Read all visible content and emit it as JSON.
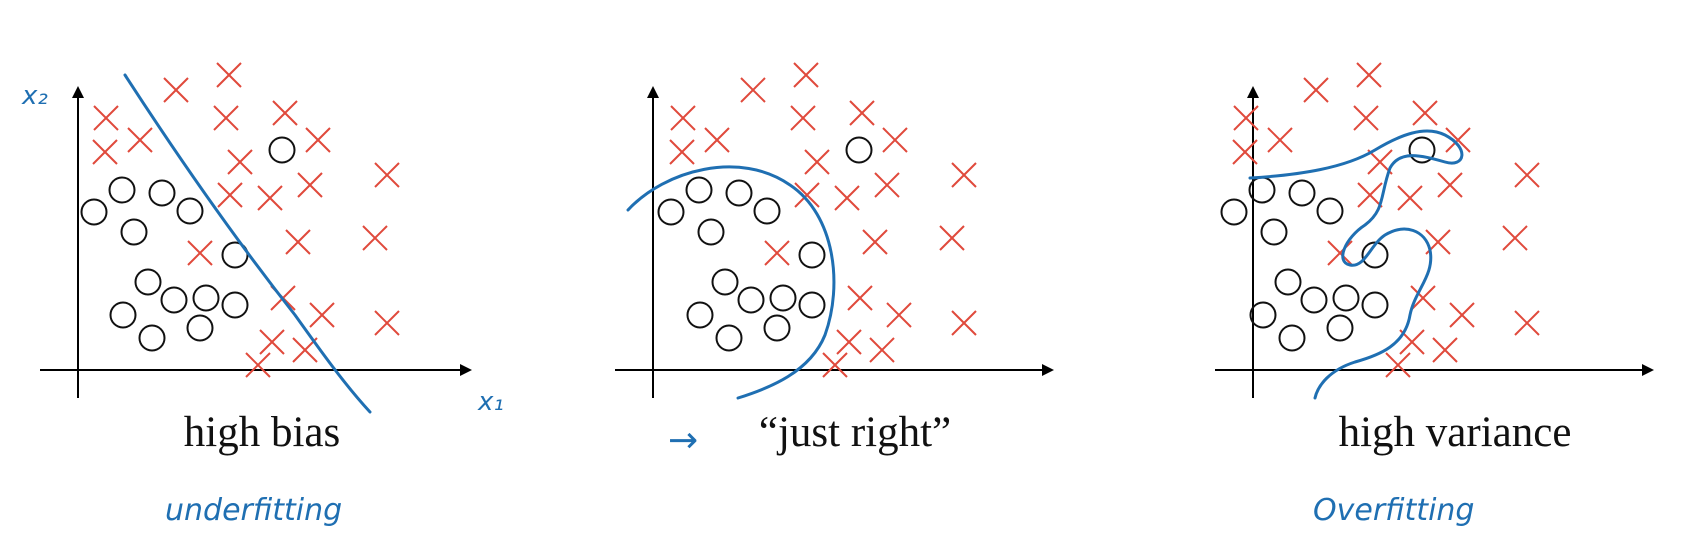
{
  "colors": {
    "cross": "#e04a3c",
    "circle": "#111111",
    "boundary": "#1f6fb2",
    "axis": "#000000"
  },
  "panels": [
    {
      "caption": "high bias",
      "note": "underfitting",
      "axis_labels": {
        "x": "x₁",
        "y": "x₂"
      },
      "arrow_glyph": ""
    },
    {
      "caption": "“just right”",
      "note": "",
      "axis_labels": {
        "x": "",
        "y": ""
      },
      "arrow_glyph": "→"
    },
    {
      "caption": "high variance",
      "note": "Overfitting",
      "axis_labels": {
        "x": "",
        "y": ""
      },
      "arrow_glyph": ""
    }
  ]
}
